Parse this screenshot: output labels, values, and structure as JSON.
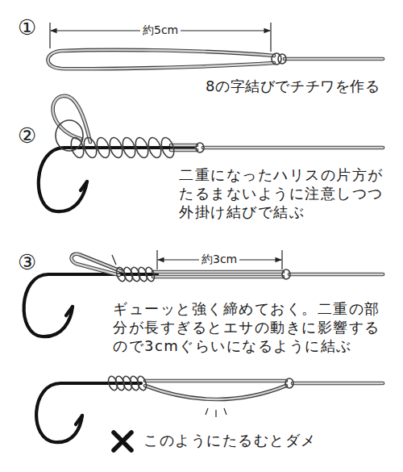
{
  "diagram": {
    "labels": [
      "①",
      "約5cm",
      "8の字結びでチチワを作る",
      "②",
      "二重になったハリスの片方がたるまないように注意しつつ外掛け結びで結ぶ",
      "③",
      "約3cm",
      "ギューッと強く締めておく。二重の部分が長すぎるとエサの動きに影響するので3cmぐらいになるように結ぶ",
      "このようにたるむとダメ"
    ]
  }
}
